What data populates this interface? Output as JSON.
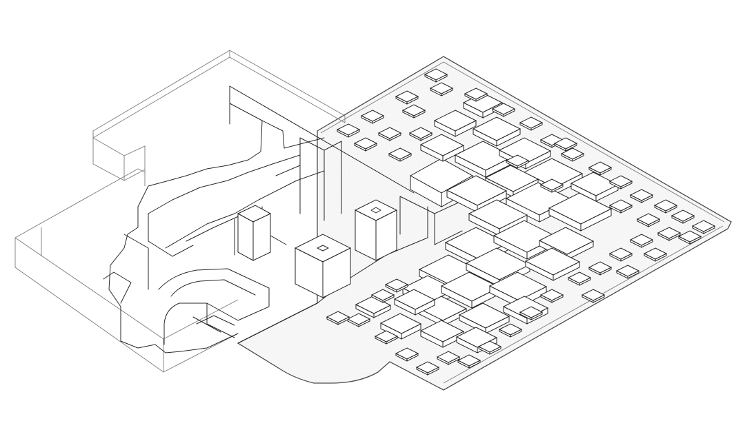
{
  "drawing": {
    "kind": "isometric architectural line drawing",
    "colors": {
      "line": "#262626",
      "ghost_line": "#7a7a7a",
      "background": "#ffffff",
      "paving": "#f4f4f4"
    },
    "elements": {
      "ghost_volumes": 2,
      "cut_section_block": 1,
      "towers": 3,
      "plaza_pavilions": "many",
      "plaza_tiles": "many"
    }
  }
}
